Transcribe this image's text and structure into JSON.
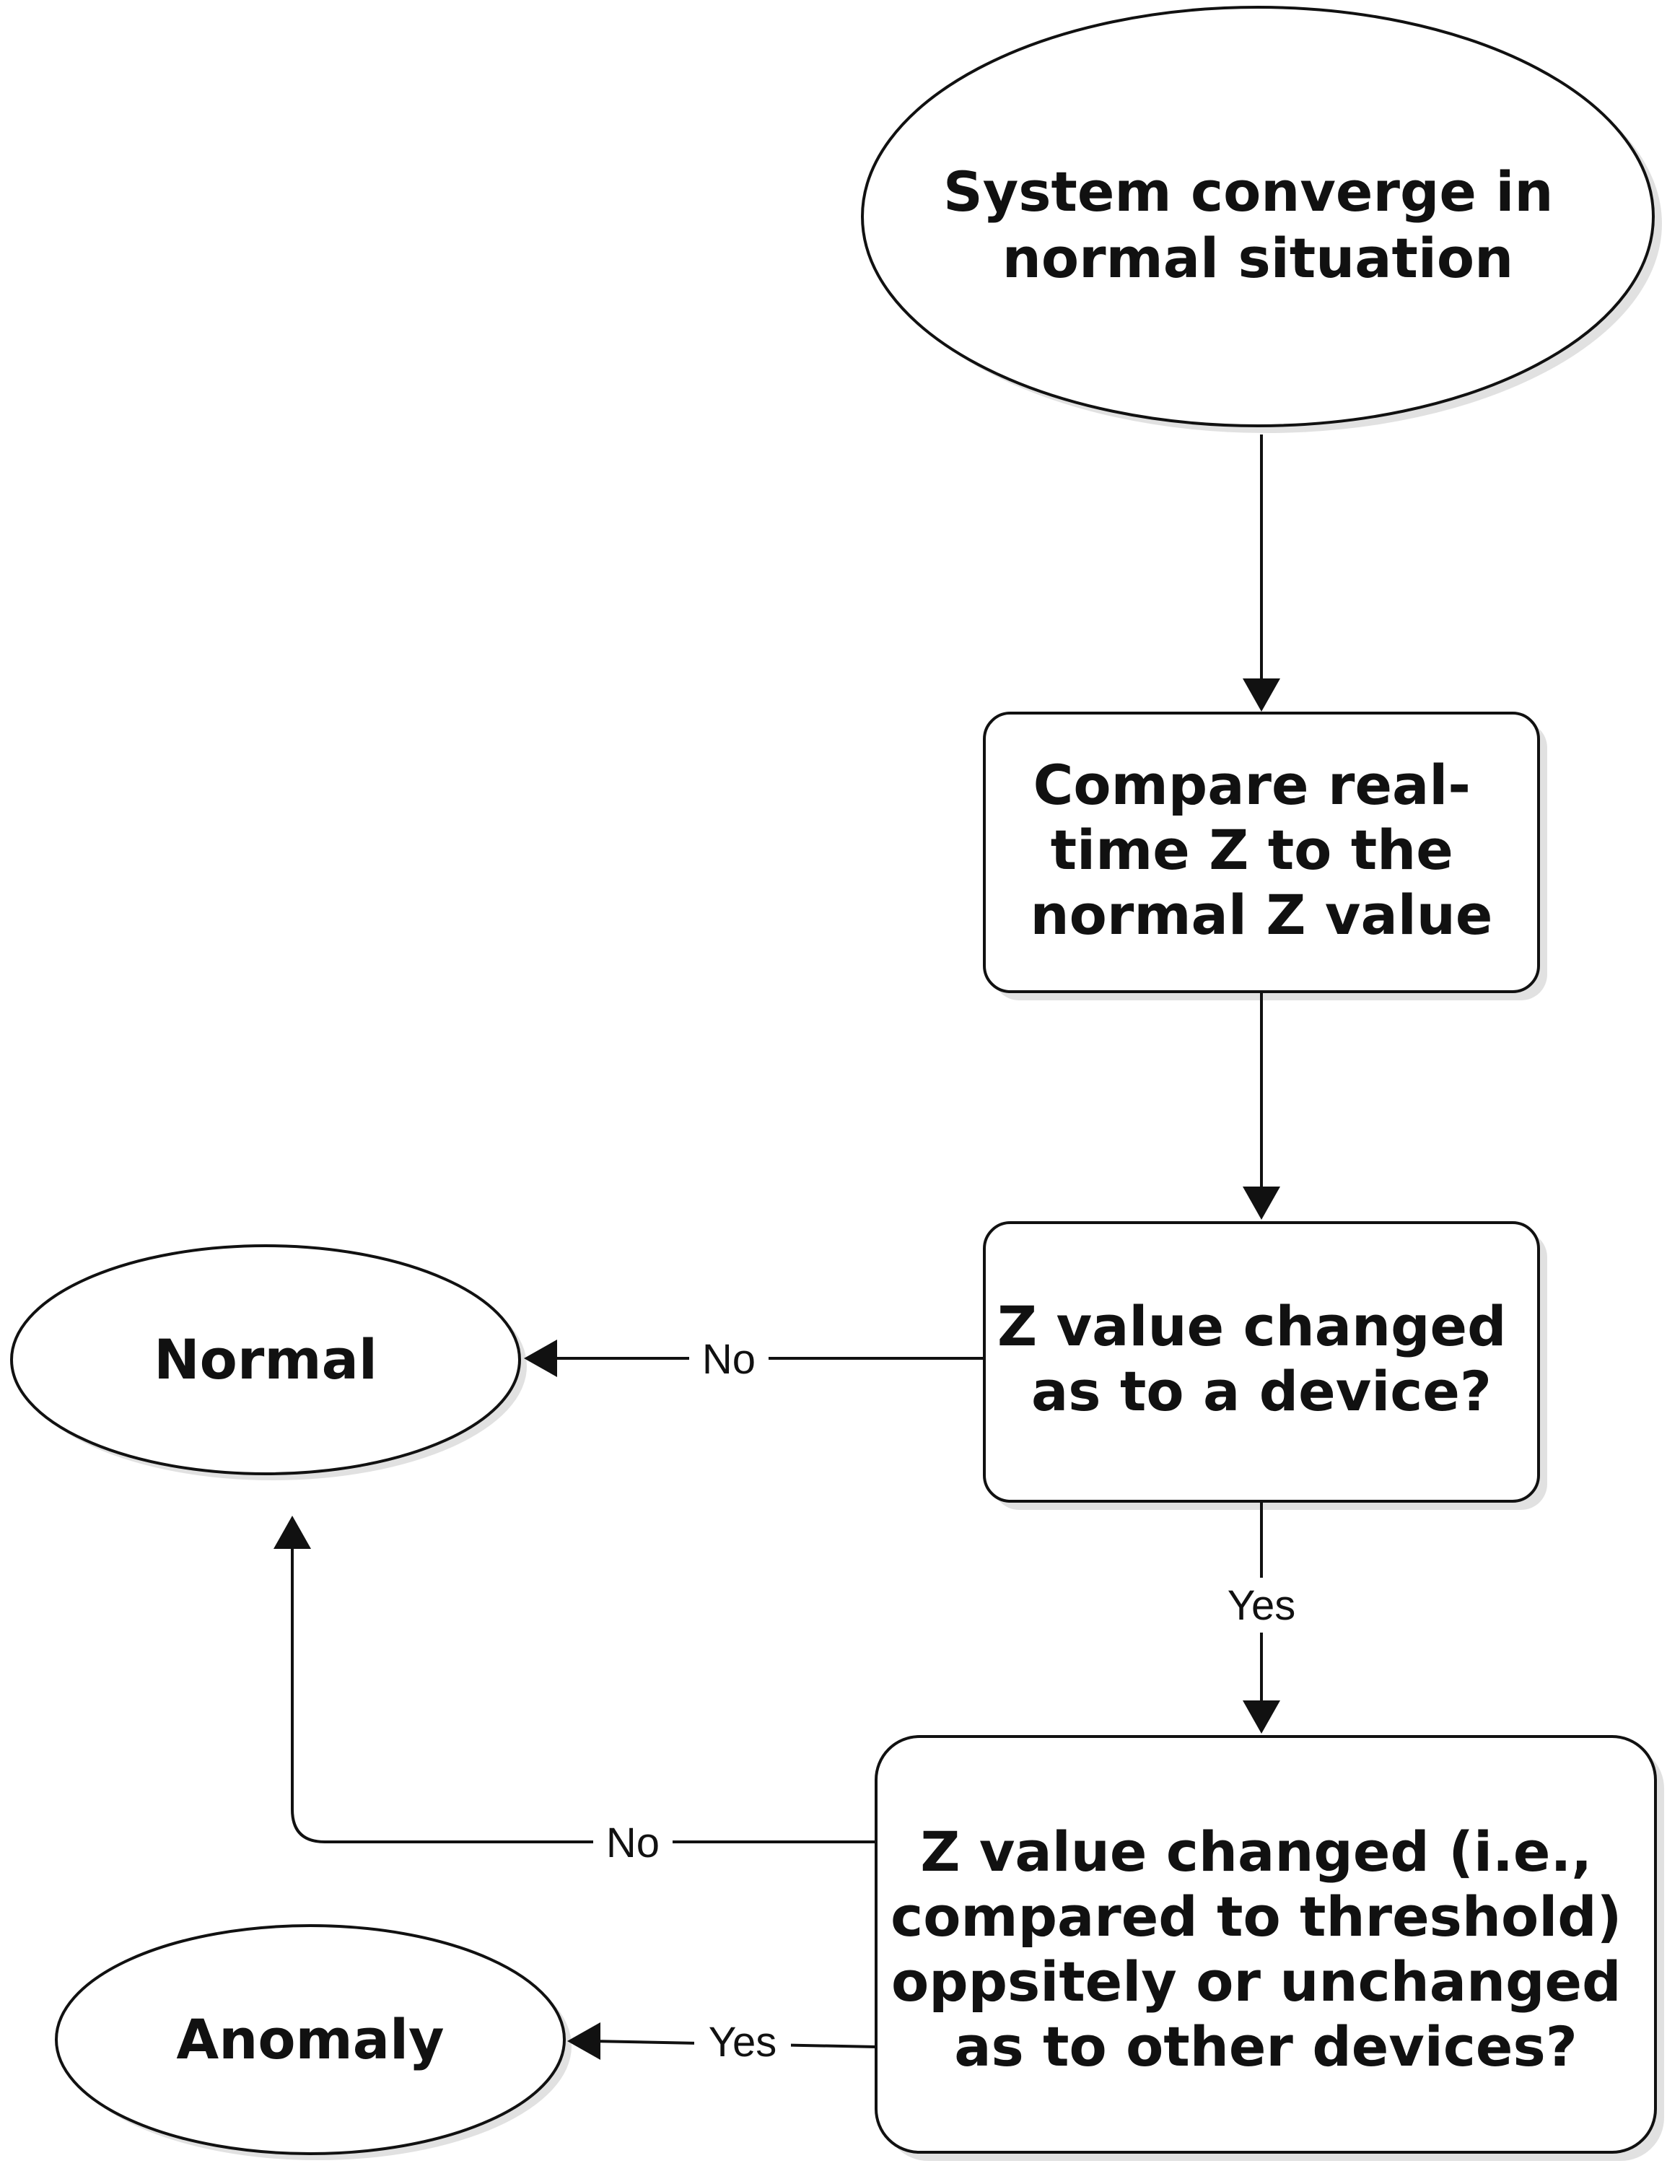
{
  "nodes": {
    "start": {
      "lines": [
        "System converge in",
        "normal situation"
      ]
    },
    "compare": {
      "lines": [
        "Compare real-",
        "time Z to the",
        "normal Z value"
      ]
    },
    "decision_device": {
      "lines": [
        "Z value changed",
        "as to a device?"
      ]
    },
    "decision_others": {
      "lines": [
        "Z value changed (i.e.,",
        "compared to threshold)",
        "oppsitely or unchanged",
        "as to other devices?"
      ]
    },
    "normal": {
      "lines": [
        "Normal"
      ]
    },
    "anomaly": {
      "lines": [
        "Anomaly"
      ]
    }
  },
  "edges": {
    "device_no": "No",
    "device_yes": "Yes",
    "others_no": "No",
    "others_yes": "Yes"
  }
}
